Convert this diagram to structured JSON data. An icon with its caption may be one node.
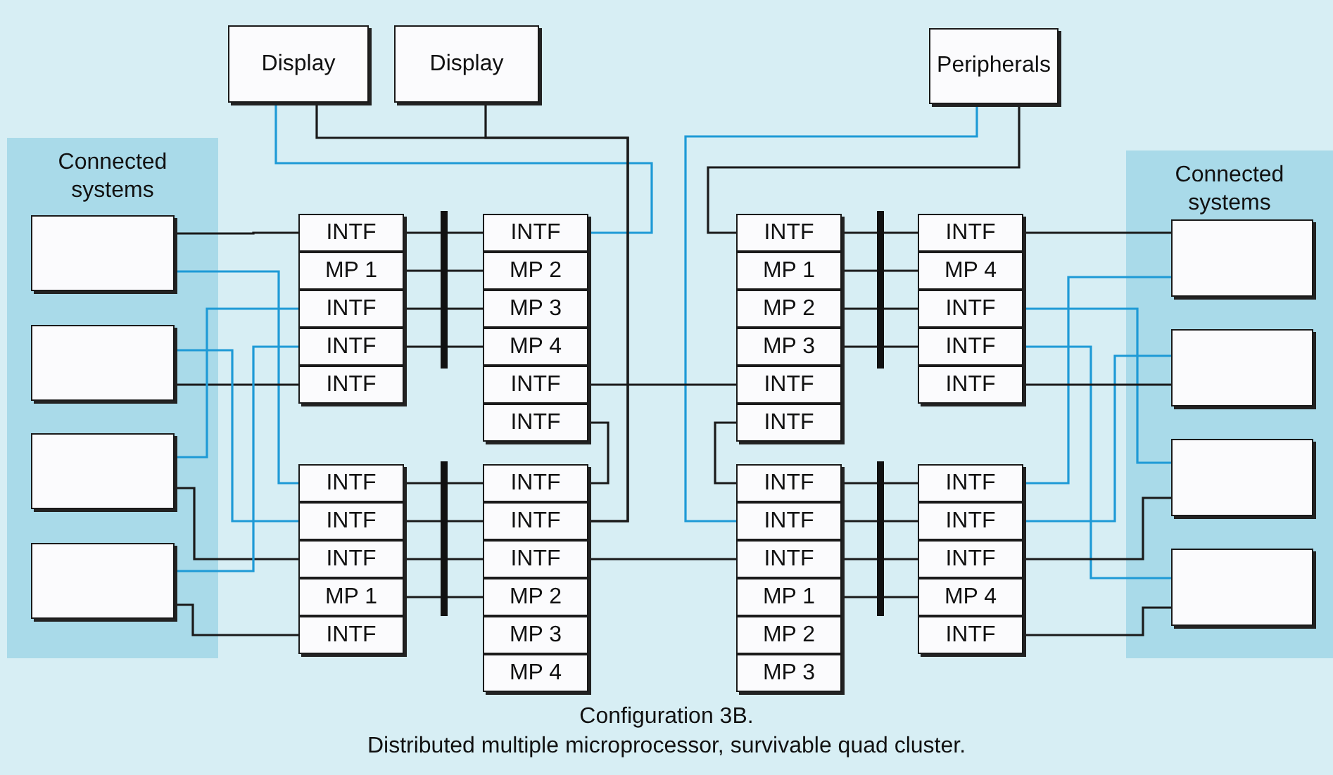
{
  "diagram": {
    "caption": "Configuration 3B. Distributed multiple microprocessor, survivable quad cluster.",
    "nodes": [
      {
        "text": [
          "Display"
        ]
      },
      {
        "text": [
          "Display"
        ]
      },
      {
        "text": [
          "Peripherals"
        ]
      },
      {
        "text": [
          "Connected systems"
        ]
      },
      {
        "text": [],
        "shape": "box",
        "in": 3
      },
      {
        "text": [],
        "shape": "box",
        "in": 3
      },
      {
        "text": [],
        "shape": "box",
        "in": 3
      },
      {
        "text": [],
        "shape": "box",
        "in": 3
      },
      {
        "text": [
          "Connected systems"
        ]
      },
      {
        "text": [],
        "shape": "box",
        "in": 8
      },
      {
        "text": [],
        "shape": "box",
        "in": 8
      },
      {
        "text": [],
        "shape": "box",
        "in": 8
      },
      {
        "text": [],
        "shape": "box",
        "in": 8
      },
      {
        "text": [
          "INTF"
        ]
      },
      {
        "text": [
          "MP 1"
        ]
      },
      {
        "text": [
          "INTF"
        ]
      },
      {
        "text": [
          "INTF"
        ]
      },
      {
        "text": [
          "INTF"
        ]
      },
      {
        "text": [],
        "shape": "bar"
      },
      {
        "text": [
          "INTF"
        ]
      },
      {
        "text": [
          "MP 2"
        ]
      },
      {
        "text": [
          "MP 3"
        ]
      },
      {
        "text": [
          "MP 4"
        ]
      },
      {
        "text": [
          "INTF"
        ]
      },
      {
        "text": [
          "INTF"
        ]
      },
      {
        "text": [
          "INTF"
        ]
      },
      {
        "text": [
          "MP 1"
        ]
      },
      {
        "text": [
          "MP 2"
        ]
      },
      {
        "text": [
          "MP 3"
        ]
      },
      {
        "text": [
          "INTF"
        ]
      },
      {
        "text": [
          "INTF"
        ]
      },
      {
        "text": [],
        "shape": "bar"
      },
      {
        "text": [
          "INTF"
        ]
      },
      {
        "text": [
          "MP 4"
        ]
      },
      {
        "text": [
          "INTF"
        ]
      },
      {
        "text": [
          "INTF"
        ]
      },
      {
        "text": [
          "INTF"
        ]
      },
      {
        "text": [
          "INTF"
        ]
      },
      {
        "text": [
          "INTF"
        ]
      },
      {
        "text": [
          "INTF"
        ]
      },
      {
        "text": [
          "MP 1"
        ]
      },
      {
        "text": [
          "INTF"
        ]
      },
      {
        "text": [],
        "shape": "bar"
      },
      {
        "text": [
          "INTF"
        ]
      },
      {
        "text": [
          "INTF"
        ]
      },
      {
        "text": [
          "INTF"
        ]
      },
      {
        "text": [
          "MP 2"
        ]
      },
      {
        "text": [
          "MP 3"
        ]
      },
      {
        "text": [
          "MP 4"
        ]
      },
      {
        "text": [
          "INTF"
        ]
      },
      {
        "text": [
          "INTF"
        ]
      },
      {
        "text": [
          "INTF"
        ]
      },
      {
        "text": [
          "MP 1"
        ]
      },
      {
        "text": [
          "MP 2"
        ]
      },
      {
        "text": [
          "MP 3"
        ]
      },
      {
        "text": [],
        "shape": "bar"
      },
      {
        "text": [
          "INTF"
        ]
      },
      {
        "text": [
          "INTF"
        ]
      },
      {
        "text": [
          "INTF"
        ]
      },
      {
        "text": [
          "MP 4"
        ]
      },
      {
        "text": [
          "INTF"
        ]
      }
    ],
    "edges": [
      {
        "from": 0,
        "to": 19,
        "arrow": "none",
        "color": "#1e9ad6"
      },
      {
        "from": 0,
        "to": 44,
        "arrow": "none"
      },
      {
        "from": 1,
        "to": 44,
        "arrow": "none"
      },
      {
        "from": 2,
        "to": 25,
        "arrow": "none"
      },
      {
        "from": 2,
        "to": 50,
        "arrow": "none",
        "color": "#1e9ad6"
      },
      {
        "from": 4,
        "to": 13,
        "arrow": "none"
      },
      {
        "from": 4,
        "to": 37,
        "arrow": "none",
        "color": "#1e9ad6"
      },
      {
        "from": 5,
        "to": 17,
        "arrow": "none"
      },
      {
        "from": 5,
        "to": 38,
        "arrow": "none",
        "color": "#1e9ad6"
      },
      {
        "from": 6,
        "to": 15,
        "arrow": "none",
        "color": "#1e9ad6"
      },
      {
        "from": 6,
        "to": 39,
        "arrow": "none"
      },
      {
        "from": 7,
        "to": 16,
        "arrow": "none",
        "color": "#1e9ad6"
      },
      {
        "from": 7,
        "to": 41,
        "arrow": "none"
      },
      {
        "from": 23,
        "to": 29,
        "arrow": "none"
      },
      {
        "from": 24,
        "to": 43,
        "arrow": "none"
      },
      {
        "from": 30,
        "to": 49,
        "arrow": "none"
      },
      {
        "from": 45,
        "to": 51,
        "arrow": "none"
      },
      {
        "from": 32,
        "to": 9,
        "arrow": "none"
      },
      {
        "from": 9,
        "to": 56,
        "arrow": "none",
        "color": "#1e9ad6"
      },
      {
        "from": 34,
        "to": 11,
        "arrow": "none",
        "color": "#1e9ad6"
      },
      {
        "from": 35,
        "to": 12,
        "arrow": "none",
        "color": "#1e9ad6"
      },
      {
        "from": 10,
        "to": 57,
        "arrow": "none",
        "color": "#1e9ad6"
      },
      {
        "from": 36,
        "to": 10,
        "arrow": "none"
      },
      {
        "from": 58,
        "to": 11,
        "arrow": "none"
      },
      {
        "from": 60,
        "to": 12,
        "arrow": "none"
      },
      {
        "from": 13,
        "to": 18,
        "arrow": "none"
      },
      {
        "from": 14,
        "to": 18,
        "arrow": "none"
      },
      {
        "from": 15,
        "to": 18,
        "arrow": "none"
      },
      {
        "from": 16,
        "to": 18,
        "arrow": "none"
      },
      {
        "from": 19,
        "to": 18,
        "arrow": "none"
      },
      {
        "from": 20,
        "to": 18,
        "arrow": "none"
      },
      {
        "from": 21,
        "to": 18,
        "arrow": "none"
      },
      {
        "from": 22,
        "to": 18,
        "arrow": "none"
      },
      {
        "from": 25,
        "to": 31,
        "arrow": "none"
      },
      {
        "from": 26,
        "to": 31,
        "arrow": "none"
      },
      {
        "from": 27,
        "to": 31,
        "arrow": "none"
      },
      {
        "from": 28,
        "to": 31,
        "arrow": "none"
      },
      {
        "from": 32,
        "to": 31,
        "arrow": "none"
      },
      {
        "from": 33,
        "to": 31,
        "arrow": "none"
      },
      {
        "from": 34,
        "to": 31,
        "arrow": "none"
      },
      {
        "from": 35,
        "to": 31,
        "arrow": "none"
      },
      {
        "from": 37,
        "to": 42,
        "arrow": "none"
      },
      {
        "from": 38,
        "to": 42,
        "arrow": "none"
      },
      {
        "from": 39,
        "to": 42,
        "arrow": "none"
      },
      {
        "from": 40,
        "to": 42,
        "arrow": "none"
      },
      {
        "from": 43,
        "to": 42,
        "arrow": "none"
      },
      {
        "from": 44,
        "to": 42,
        "arrow": "none"
      },
      {
        "from": 45,
        "to": 42,
        "arrow": "none"
      },
      {
        "from": 46,
        "to": 42,
        "arrow": "none"
      },
      {
        "from": 49,
        "to": 55,
        "arrow": "none"
      },
      {
        "from": 50,
        "to": 55,
        "arrow": "none"
      },
      {
        "from": 51,
        "to": 55,
        "arrow": "none"
      },
      {
        "from": 52,
        "to": 55,
        "arrow": "none"
      },
      {
        "from": 56,
        "to": 55,
        "arrow": "none"
      },
      {
        "from": 57,
        "to": 55,
        "arrow": "none"
      },
      {
        "from": 58,
        "to": 55,
        "arrow": "none"
      },
      {
        "from": 59,
        "to": 55,
        "arrow": "none"
      }
    ]
  }
}
